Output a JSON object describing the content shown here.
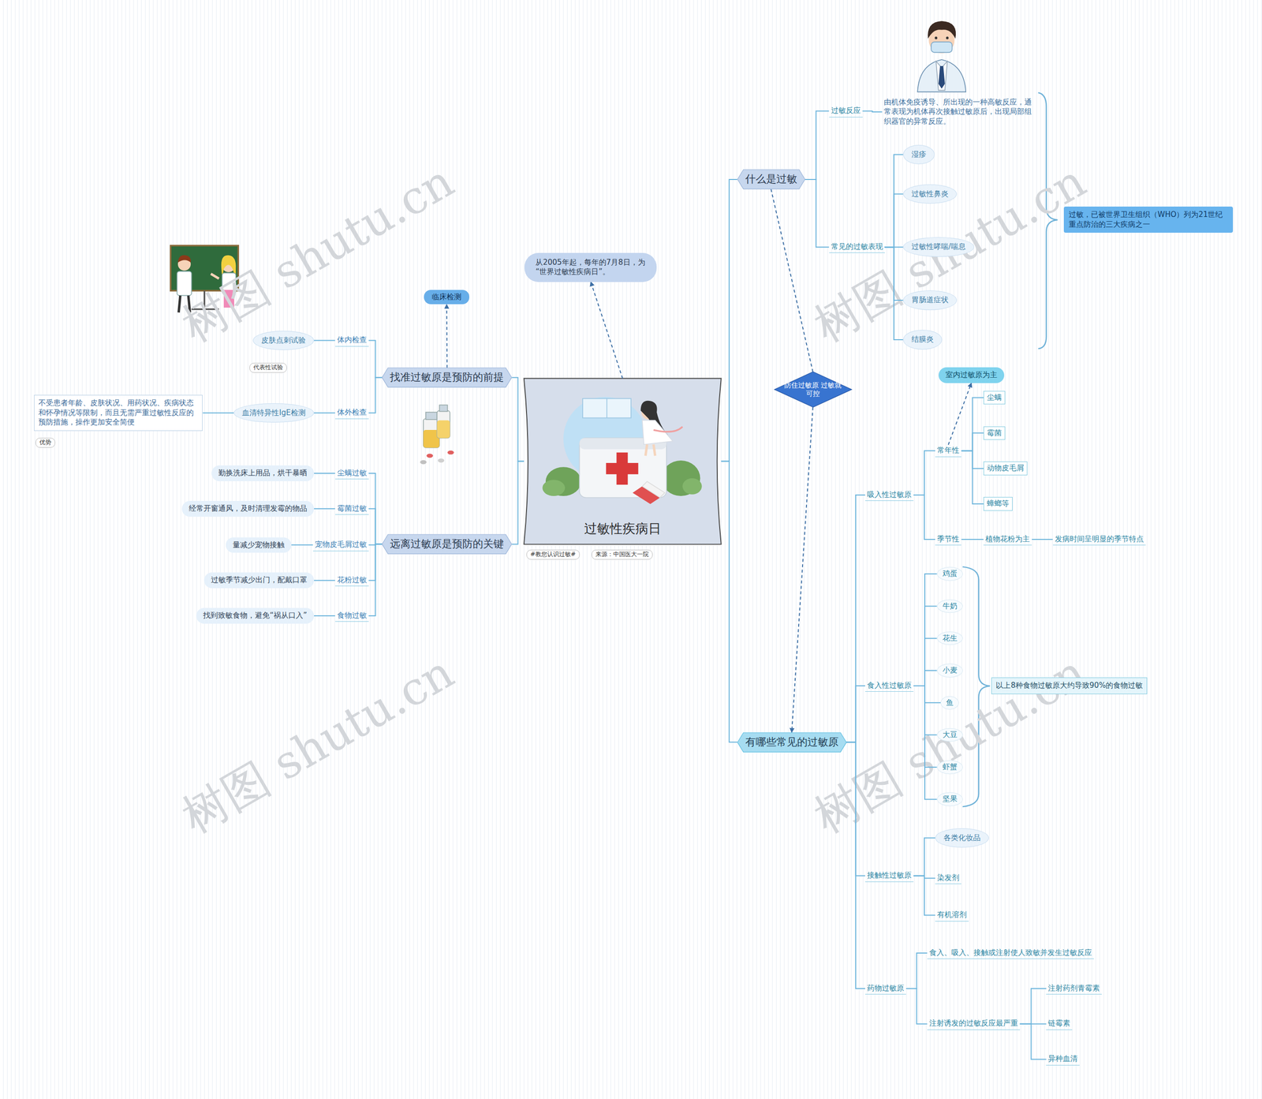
{
  "diagram": {
    "nodes": [
      {
        "text": [
          "过敏性疾病日"
        ]
      },
      {
        "text": [
          "#教您认识过敏#"
        ]
      },
      {
        "text": [
          "来源：中国医大一院"
        ]
      },
      {
        "text": [
          "从2005年起，每年的7月8日，为“世界过敏性疾病日”。"
        ]
      },
      {
        "text": [
          "找准过敏原是预防的前提"
        ]
      },
      {
        "text": [
          "临床检测"
        ]
      },
      {
        "text": [
          "体内检查"
        ]
      },
      {
        "text": [
          "皮肤点刺试验"
        ]
      },
      {
        "text": [
          "代表性试验"
        ]
      },
      {
        "text": [
          "体外检查"
        ]
      },
      {
        "text": [
          "血清特异性IgE检测"
        ]
      },
      {
        "text": [
          "不受患者年龄、皮肤状况、用药状况、疾病状态和怀孕情况等限制，而且无需严重过敏性反应的预防措施，操作更加安全简便"
        ]
      },
      {
        "text": [
          "优势"
        ]
      },
      {
        "text": [
          "远离过敏原是预防的关键"
        ]
      },
      {
        "text": [
          "尘螨过敏"
        ]
      },
      {
        "text": [
          "勤换洗床上用品，烘干暴晒"
        ]
      },
      {
        "text": [
          "霉菌过敏"
        ]
      },
      {
        "text": [
          "经常开窗通风，及时清理发霉的物品"
        ]
      },
      {
        "text": [
          "宠物皮毛屑过敏"
        ]
      },
      {
        "text": [
          "量减少宠物接触"
        ]
      },
      {
        "text": [
          "花粉过敏"
        ]
      },
      {
        "text": [
          "过敏季节减少出门，配戴口罩"
        ]
      },
      {
        "text": [
          "食物过敏"
        ]
      },
      {
        "text": [
          "找到致敏食物，避免“祸从口入”"
        ]
      },
      {
        "text": [
          "什么是过敏"
        ]
      },
      {
        "text": [
          "过敏反应"
        ]
      },
      {
        "text": [
          "由机体免疫诱导、所出现的一种高敏反应，通常表现为机体再次接触过敏原后，出现局部组织器官的异常反应。"
        ]
      },
      {
        "text": [
          "常见的过敏表现"
        ]
      },
      {
        "text": [
          "湿疹"
        ]
      },
      {
        "text": [
          "过敏性鼻炎"
        ]
      },
      {
        "text": [
          "过敏性哮喘/喘息"
        ]
      },
      {
        "text": [
          "胃肠道症状"
        ]
      },
      {
        "text": [
          "结膜炎"
        ]
      },
      {
        "text": [
          "过敏，已被世界卫生组织（WHO）列为21世纪重点防治的三大疾病之一"
        ]
      },
      {
        "text": [
          "防住过敏原 过敏就可控"
        ]
      },
      {
        "text": [
          "有哪些常见的过敏原"
        ]
      },
      {
        "text": [
          "吸入性过敏原"
        ]
      },
      {
        "text": [
          "常年性"
        ]
      },
      {
        "text": [
          "室内过敏原为主"
        ]
      },
      {
        "text": [
          "尘螨"
        ]
      },
      {
        "text": [
          "霉菌"
        ]
      },
      {
        "text": [
          "动物皮毛屑"
        ]
      },
      {
        "text": [
          "蟑螂等"
        ]
      },
      {
        "text": [
          "季节性"
        ]
      },
      {
        "text": [
          "植物花粉为主"
        ]
      },
      {
        "text": [
          "发病时间呈明显的季节特点"
        ]
      },
      {
        "text": [
          "食入性过敏原"
        ]
      },
      {
        "text": [
          "鸡蛋"
        ]
      },
      {
        "text": [
          "牛奶"
        ]
      },
      {
        "text": [
          "花生"
        ]
      },
      {
        "text": [
          "小麦"
        ]
      },
      {
        "text": [
          "鱼"
        ]
      },
      {
        "text": [
          "大豆"
        ]
      },
      {
        "text": [
          "虾蟹"
        ]
      },
      {
        "text": [
          "坚果"
        ]
      },
      {
        "text": [
          "以上8种食物过敏原大约导致90%的食物过敏"
        ]
      },
      {
        "text": [
          "接触性过敏原"
        ]
      },
      {
        "text": [
          "各类化妆品"
        ]
      },
      {
        "text": [
          "染发剂"
        ]
      },
      {
        "text": [
          "有机溶剂"
        ]
      },
      {
        "text": [
          "药物过敏原"
        ]
      },
      {
        "text": [
          "食入、吸入、接触或注射使人致敏并发生过敏反应"
        ]
      },
      {
        "text": [
          "注射诱发的过敏反应最严重"
        ]
      },
      {
        "text": [
          "注射药剂青霉素"
        ]
      },
      {
        "text": [
          "链霉素"
        ]
      },
      {
        "text": [
          "异种血清"
        ]
      }
    ],
    "edges": [
      {
        "from": 0,
        "to": 3,
        "arrow": "to"
      },
      {
        "from": 0,
        "to": 4,
        "arrow": "none"
      },
      {
        "from": 0,
        "to": 13,
        "arrow": "none"
      },
      {
        "from": 0,
        "to": 24,
        "arrow": "none"
      },
      {
        "from": 0,
        "to": 35,
        "arrow": "none"
      },
      {
        "from": 4,
        "to": 5,
        "arrow": "to"
      },
      {
        "from": 4,
        "to": 6,
        "arrow": "none"
      },
      {
        "from": 4,
        "to": 9,
        "arrow": "none"
      },
      {
        "from": 6,
        "to": 7,
        "arrow": "none"
      },
      {
        "from": 9,
        "to": 10,
        "arrow": "none"
      },
      {
        "from": 10,
        "to": 11,
        "arrow": "none"
      },
      {
        "from": 13,
        "to": 14,
        "arrow": "none"
      },
      {
        "from": 13,
        "to": 16,
        "arrow": "none"
      },
      {
        "from": 13,
        "to": 18,
        "arrow": "none"
      },
      {
        "from": 13,
        "to": 20,
        "arrow": "none"
      },
      {
        "from": 13,
        "to": 22,
        "arrow": "none"
      },
      {
        "from": 14,
        "to": 15,
        "arrow": "none"
      },
      {
        "from": 16,
        "to": 17,
        "arrow": "none"
      },
      {
        "from": 18,
        "to": 19,
        "arrow": "none"
      },
      {
        "from": 20,
        "to": 21,
        "arrow": "none"
      },
      {
        "from": 22,
        "to": 23,
        "arrow": "none"
      },
      {
        "from": 24,
        "to": 25,
        "arrow": "none"
      },
      {
        "from": 24,
        "to": 27,
        "arrow": "none"
      },
      {
        "from": 25,
        "to": 26,
        "arrow": "none"
      },
      {
        "from": 27,
        "to": 28,
        "arrow": "none"
      },
      {
        "from": 27,
        "to": 29,
        "arrow": "none"
      },
      {
        "from": 27,
        "to": 30,
        "arrow": "none"
      },
      {
        "from": 27,
        "to": 31,
        "arrow": "none"
      },
      {
        "from": 27,
        "to": 32,
        "arrow": "none"
      },
      {
        "from": 24,
        "to": 34,
        "arrow": "none"
      },
      {
        "from": 34,
        "to": 35,
        "arrow": "to"
      },
      {
        "from": 35,
        "to": 36,
        "arrow": "none"
      },
      {
        "from": 35,
        "to": 46,
        "arrow": "none"
      },
      {
        "from": 35,
        "to": 56,
        "arrow": "none"
      },
      {
        "from": 35,
        "to": 60,
        "arrow": "none"
      },
      {
        "from": 36,
        "to": 37,
        "arrow": "none"
      },
      {
        "from": 36,
        "to": 43,
        "arrow": "none"
      },
      {
        "from": 37,
        "to": 38,
        "arrow": "to"
      },
      {
        "from": 37,
        "to": 39,
        "arrow": "none"
      },
      {
        "from": 37,
        "to": 40,
        "arrow": "none"
      },
      {
        "from": 37,
        "to": 41,
        "arrow": "none"
      },
      {
        "from": 37,
        "to": 42,
        "arrow": "none"
      },
      {
        "from": 43,
        "to": 44,
        "arrow": "none"
      },
      {
        "from": 44,
        "to": 45,
        "arrow": "none"
      },
      {
        "from": 46,
        "to": 47,
        "arrow": "none"
      },
      {
        "from": 46,
        "to": 48,
        "arrow": "none"
      },
      {
        "from": 46,
        "to": 49,
        "arrow": "none"
      },
      {
        "from": 46,
        "to": 50,
        "arrow": "none"
      },
      {
        "from": 46,
        "to": 51,
        "arrow": "none"
      },
      {
        "from": 46,
        "to": 52,
        "arrow": "none"
      },
      {
        "from": 46,
        "to": 53,
        "arrow": "none"
      },
      {
        "from": 46,
        "to": 54,
        "arrow": "none"
      },
      {
        "from": 56,
        "to": 57,
        "arrow": "none"
      },
      {
        "from": 56,
        "to": 58,
        "arrow": "none"
      },
      {
        "from": 56,
        "to": 59,
        "arrow": "none"
      },
      {
        "from": 60,
        "to": 61,
        "arrow": "none"
      },
      {
        "from": 60,
        "to": 62,
        "arrow": "none"
      },
      {
        "from": 62,
        "to": 63,
        "arrow": "none"
      },
      {
        "from": 62,
        "to": 64,
        "arrow": "none"
      },
      {
        "from": 62,
        "to": 65,
        "arrow": "none"
      }
    ],
    "labels": [
      "树图 shutu.cn",
      "树图 shutu.cn",
      "树图 shutu.cn",
      "树图 shutu.cn"
    ]
  }
}
